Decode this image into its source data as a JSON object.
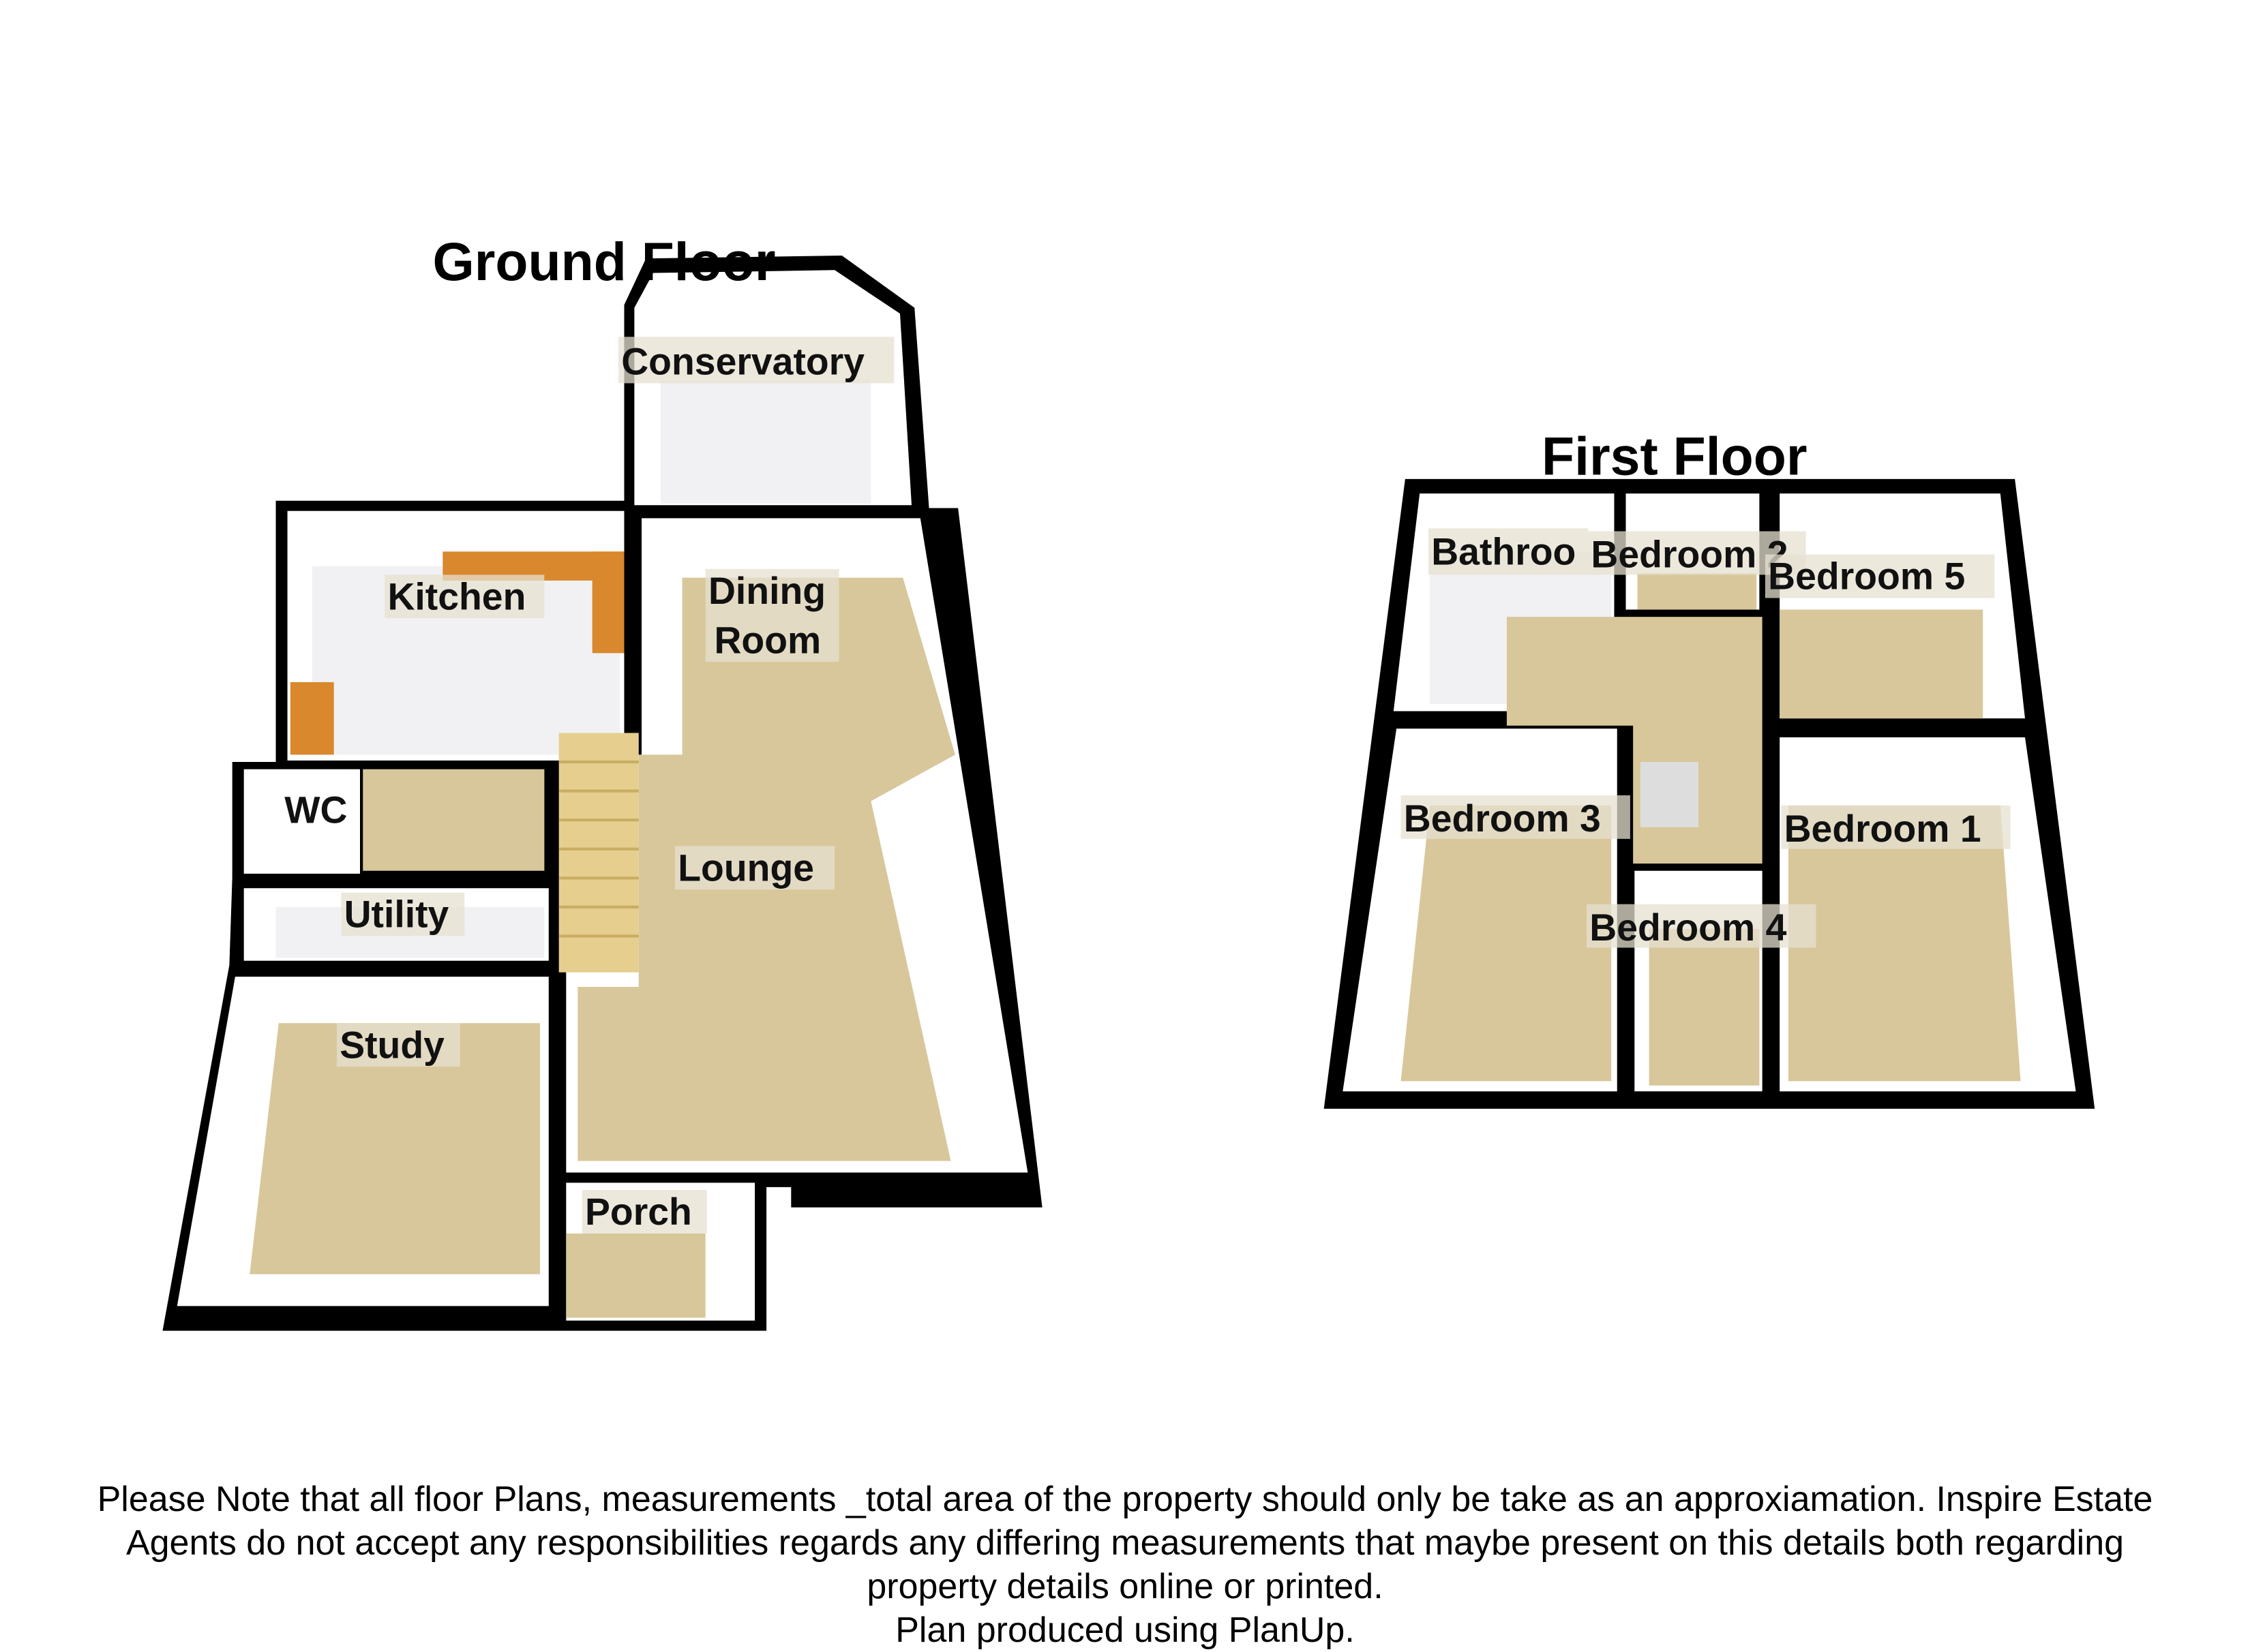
{
  "ground_floor": {
    "title": "Ground Floor",
    "rooms": {
      "conservatory": "Conservatory",
      "kitchen": "Kitchen",
      "dining_room_line1": "Dining",
      "dining_room_line2": "Room",
      "wc": "WC",
      "utility": "Utility",
      "lounge": "Lounge",
      "study": "Study",
      "porch": "Porch"
    }
  },
  "first_floor": {
    "title": "First Floor",
    "rooms": {
      "bathroom": "Bathroo",
      "bedroom_2": "Bedroom 2",
      "bedroom_5": "Bedroom 5",
      "bedroom_3": "Bedroom 3",
      "bedroom_1": "Bedroom 1",
      "bedroom_4": "Bedroom 4"
    }
  },
  "disclaimer": {
    "line1": "Please Note that all floor Plans, measurements _total area of the property should only be take as an approxiamation. Inspire Estate",
    "line2": "Agents do not accept any responsibilities regards any differing measurements that maybe present on this details both regarding",
    "line3": "property details online or printed.",
    "line4": "Plan produced using PlanUp."
  },
  "colors": {
    "carpet": "#d8c79a",
    "wall": "#000000",
    "tile": "#f1f1f4",
    "worktop": "#d9882e"
  }
}
